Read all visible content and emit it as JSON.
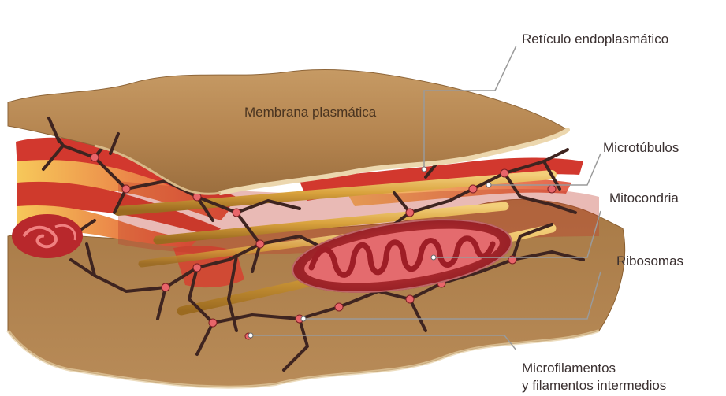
{
  "diagram": {
    "membrane_label": "Membrana plasmática",
    "labels": {
      "reticulo": "Retículo endoplasmático",
      "microtubulos": "Microtúbulos",
      "mitocondria": "Mitocondria",
      "ribosomas": "Ribosomas",
      "microfilamentos_line1": "Microfilamentos",
      "microfilamentos_line2": "y filamentos intermedios"
    }
  },
  "colors": {
    "membrane": "#b98b55",
    "membrane_dark": "#8e6538",
    "membrane_edge": "#e6cfa4",
    "cytoplasm_red": "#c8322a",
    "er_light": "#f0a23c",
    "microtubule": "#d7a13a",
    "filament": "#3e2420",
    "mito_outer": "#b3282a",
    "mito_inner": "#e06a6e",
    "leader_line": "#9a9a9a"
  }
}
